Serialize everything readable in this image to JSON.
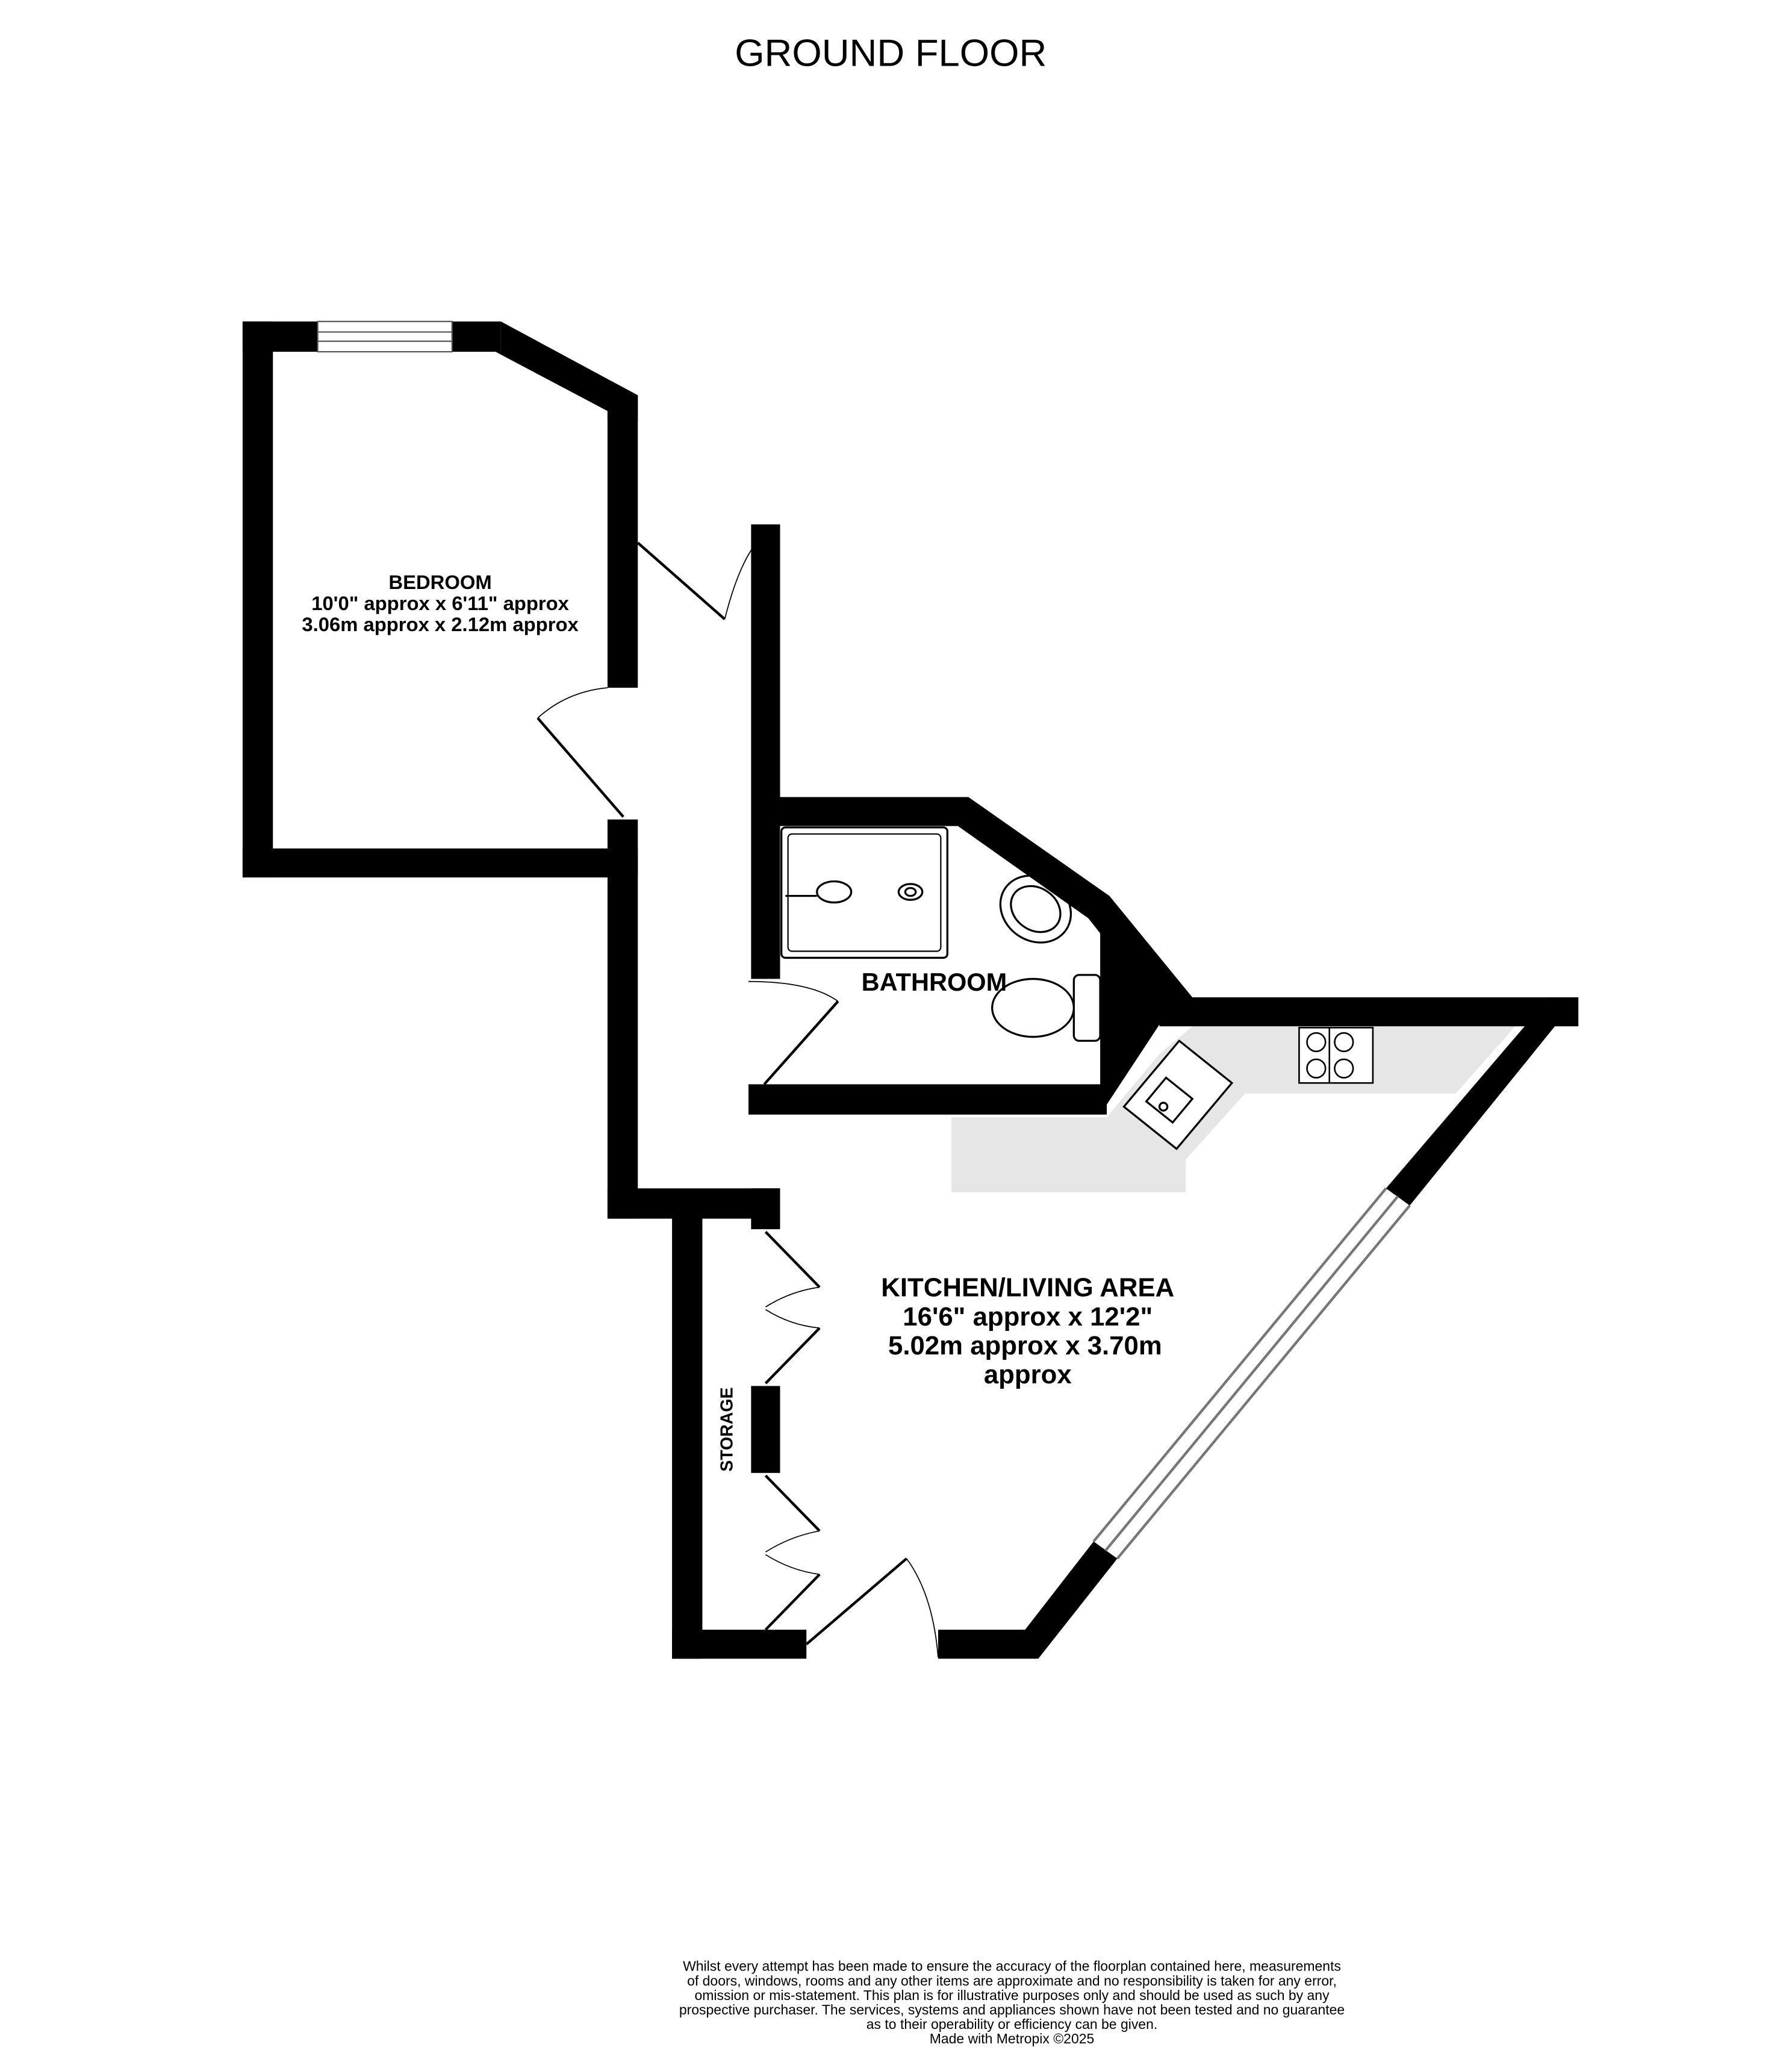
{
  "title": "GROUND FLOOR",
  "rooms": {
    "bedroom": {
      "name": "BEDROOM",
      "imperial": "10'0\" approx x 6'11\" approx",
      "metric": "3.06m approx x 2.12m approx"
    },
    "bathroom": {
      "name": "BATHROOM"
    },
    "kitchen": {
      "name": "KITCHEN/LIVING AREA",
      "imperial": "16'6\" approx x 12'2\"",
      "metric": "5.02m approx x 3.70m",
      "metric2": "approx"
    },
    "storage": {
      "name": "STORAGE"
    }
  },
  "disclaimer": [
    "Whilst every attempt has been made to ensure the accuracy of the floorplan contained here, measurements",
    "of doors, windows, rooms and any other items are approximate and no responsibility is taken for any error,",
    "omission or mis-statement. This plan is for illustrative purposes only and should be used as such by any",
    "prospective purchaser. The services, systems and appliances shown have not been tested and no guarantee",
    "as to their operability or efficiency can be given.",
    "Made with Metropix ©2025"
  ],
  "colors": {
    "wall": "#000000",
    "counter": "#e6e6e6"
  }
}
